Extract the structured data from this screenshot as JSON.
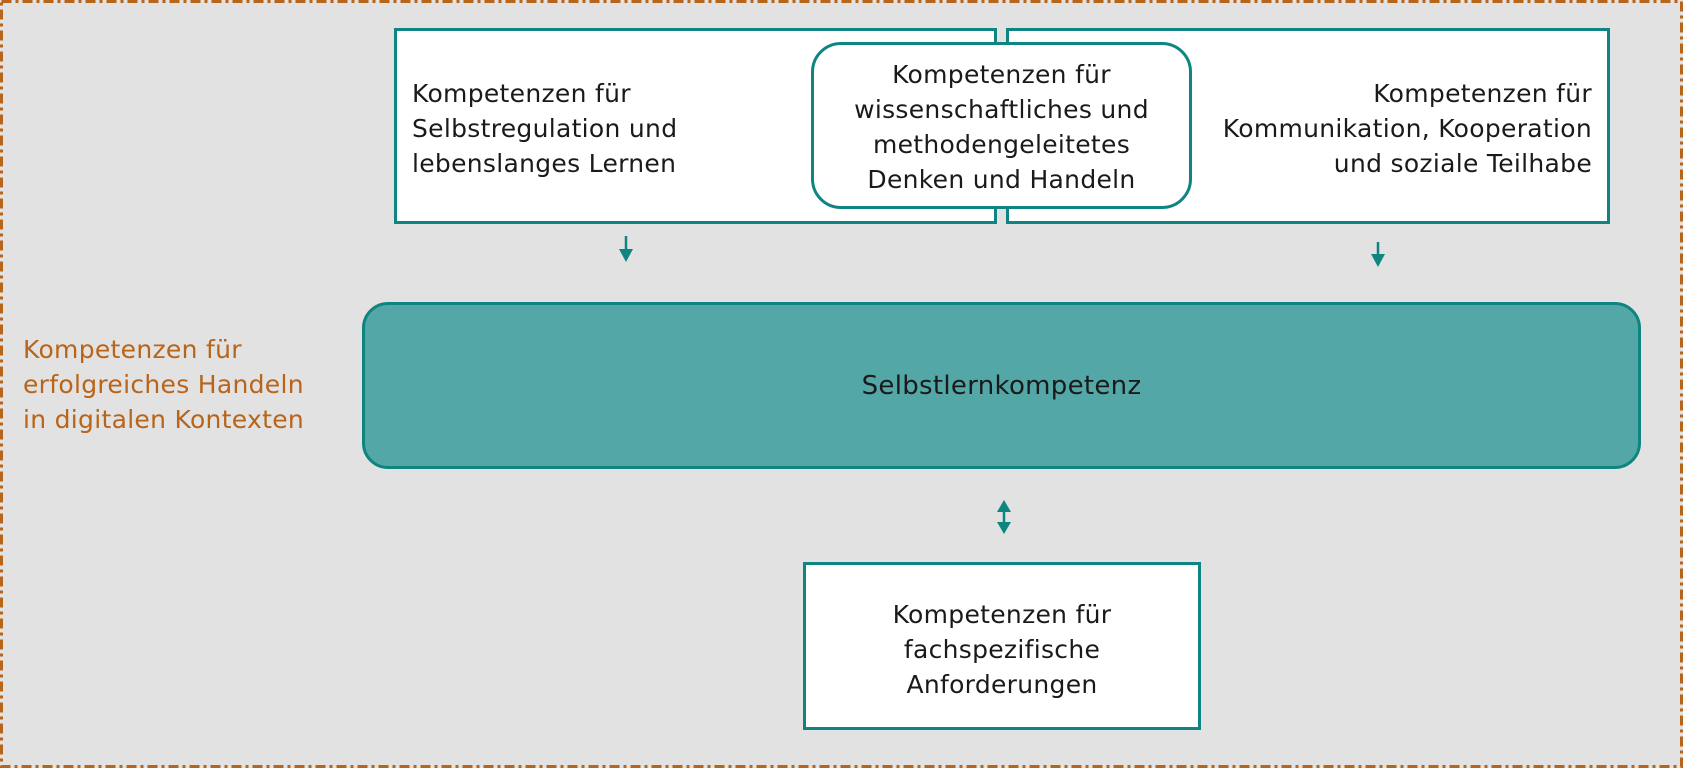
{
  "diagram": {
    "side_label": "Kompetenzen für\nerfolgreiches Handeln\nin digitalen Kontexten",
    "box_left": "Kompetenzen für\nSelbstregulation und\nlebenslanges Lernen",
    "box_middle": "Kompetenzen für\nwissenschaftliches und\nmethodengeleitetes\nDenken und Handeln",
    "box_right": "Kompetenzen für\nKommunikation, Kooperation\nund soziale Teilhabe",
    "box_central": "Selbstlernkompetenz",
    "box_bottom": "Kompetenzen für\nfachspezifische\nAnforderungen"
  },
  "colors": {
    "background": "#e2e2e2",
    "frame_dash": "#b8641a",
    "box_border": "#0e8580",
    "central_fill": "#53a7a6",
    "side_label_text": "#b8641a",
    "arrow": "#0e8580"
  }
}
